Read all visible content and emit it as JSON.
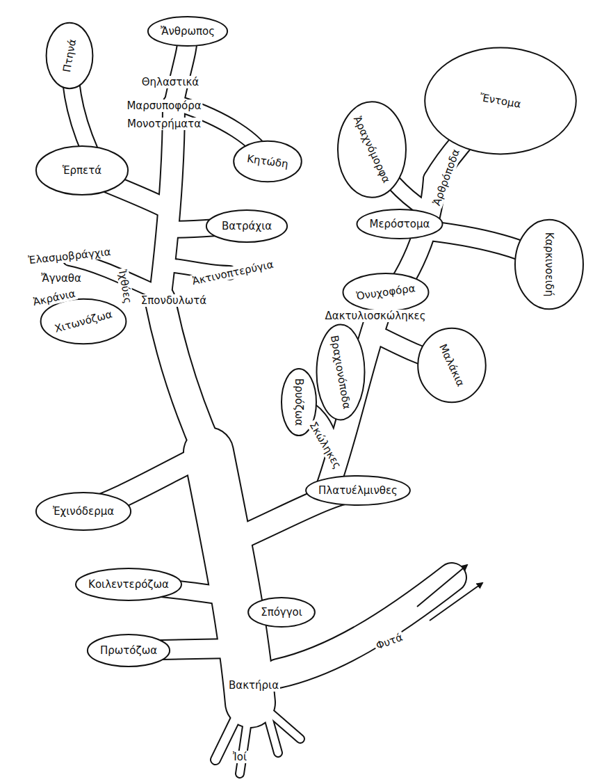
{
  "diagram": {
    "labels": [
      "Ἄνθρωπος",
      "Πτηνά",
      "Θηλαστικά",
      "Μαρσυποφόρα",
      "Μονοτρήματα",
      "Ἔντομα",
      "Ἀραχνόμορφα",
      "Ἀρθρόποδα",
      "Κητώδη",
      "Ἑρπετά",
      "Μερόστομα",
      "Βατράχια",
      "Ἐλασμοβράγχια",
      "Ἄγναθα",
      "Ἀκτινοπτερύγια",
      "Ἰχθύες",
      "Ὀνυχοφόρα",
      "Καρκινοειδή",
      "Ἀκράνια",
      "Σπονδυλωτά",
      "Χιτωνόζωα",
      "Δακτυλιοσκώληκες",
      "Βραχιονόποδα",
      "Βρυόζωα",
      "Μαλάκια",
      "Σκώληκες",
      "Ἐχινόδερμα",
      "Πλατυέλμινθες",
      "Κοιλεντερόζωα",
      "Σπόγγοι",
      "Πρωτόζωα",
      "Φυτά",
      "Βακτήρια",
      "Ἰοί"
    ]
  }
}
